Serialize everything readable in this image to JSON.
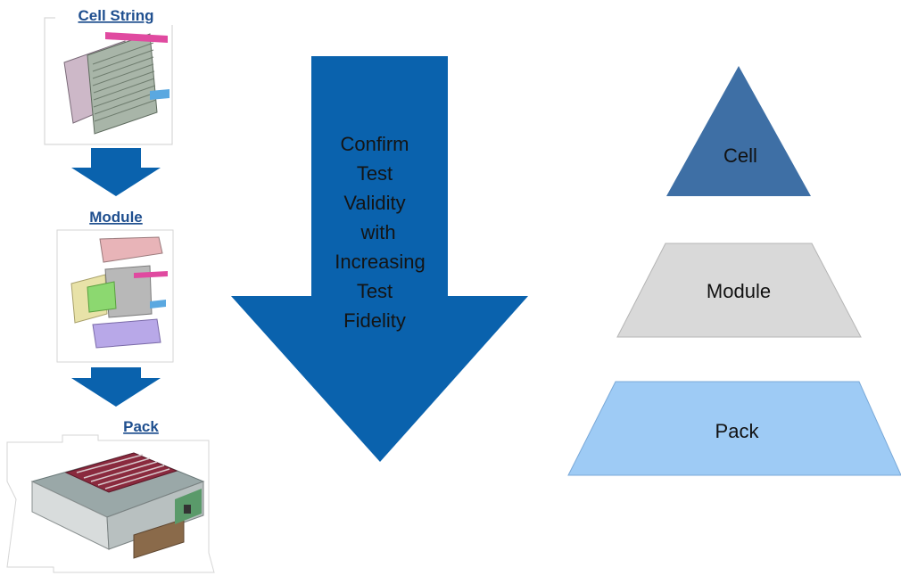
{
  "left_column": {
    "stages": [
      {
        "label": "Cell String",
        "image": "cell-string-render"
      },
      {
        "label": "Module",
        "image": "module-exploded-render"
      },
      {
        "label": "Pack",
        "image": "battery-pack-render"
      }
    ]
  },
  "center_arrow": {
    "lines": [
      "Confirm",
      "Test",
      "Validity",
      "with",
      "Increasing",
      "Test",
      "Fidelity"
    ]
  },
  "pyramid": {
    "levels": [
      {
        "label": "Cell",
        "color": "#3e6fa5"
      },
      {
        "label": "Module",
        "color": "#d9d9d9"
      },
      {
        "label": "Pack",
        "color": "#9ecbf5"
      }
    ]
  },
  "colors": {
    "arrow_blue": "#0a62ad",
    "header_blue": "#1f4f8f"
  }
}
